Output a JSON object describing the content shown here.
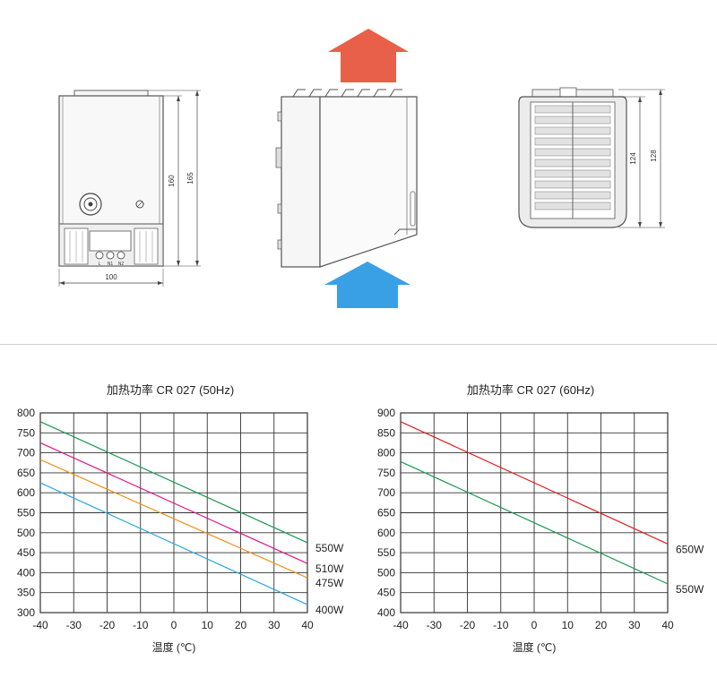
{
  "drawings": {
    "front_width": "100",
    "front_height_1": "160",
    "front_height_2": "165",
    "back_height_1": "124",
    "back_height_2": "128",
    "airflow_out_color": "#e8604a",
    "airflow_in_color": "#3aa0e6",
    "terminal_labels": [
      "L",
      "N1",
      "N2"
    ]
  },
  "chart_data": [
    {
      "type": "line",
      "title": "加热功率  CR 027 (50Hz)",
      "xlabel": "温度 (℃)",
      "ylabel": "",
      "xlim": [
        -40,
        40
      ],
      "ylim": [
        300,
        800
      ],
      "xticks": [
        -40,
        -30,
        -20,
        -10,
        0,
        10,
        20,
        30,
        40
      ],
      "yticks": [
        300,
        350,
        400,
        450,
        500,
        550,
        600,
        650,
        700,
        750,
        800
      ],
      "grid": true,
      "series": [
        {
          "name": "550W",
          "color": "#1a9a50",
          "x": [
            -40,
            40
          ],
          "y": [
            778,
            475
          ]
        },
        {
          "name": "510W",
          "color": "#e0158a",
          "x": [
            -40,
            40
          ],
          "y": [
            725,
            423
          ]
        },
        {
          "name": "475W",
          "color": "#f0901a",
          "x": [
            -40,
            40
          ],
          "y": [
            683,
            387
          ]
        },
        {
          "name": "400W",
          "color": "#2aa8e0",
          "x": [
            -40,
            40
          ],
          "y": [
            625,
            320
          ]
        }
      ],
      "legend_labels": [
        "550W",
        "510W",
        "475W",
        "400W"
      ]
    },
    {
      "type": "line",
      "title": "加热功率  CR 027 (60Hz)",
      "xlabel": "温度 (℃)",
      "ylabel": "",
      "xlim": [
        -40,
        40
      ],
      "ylim": [
        400,
        900
      ],
      "xticks": [
        -40,
        -30,
        -20,
        -10,
        0,
        10,
        20,
        30,
        40
      ],
      "yticks": [
        400,
        450,
        500,
        550,
        600,
        650,
        700,
        750,
        800,
        850,
        900
      ],
      "grid": true,
      "series": [
        {
          "name": "650W",
          "color": "#e02020",
          "x": [
            -40,
            40
          ],
          "y": [
            878,
            572
          ]
        },
        {
          "name": "550W",
          "color": "#1a9a50",
          "x": [
            -40,
            40
          ],
          "y": [
            778,
            472
          ]
        }
      ],
      "legend_labels": [
        "650W",
        "550W"
      ]
    }
  ]
}
